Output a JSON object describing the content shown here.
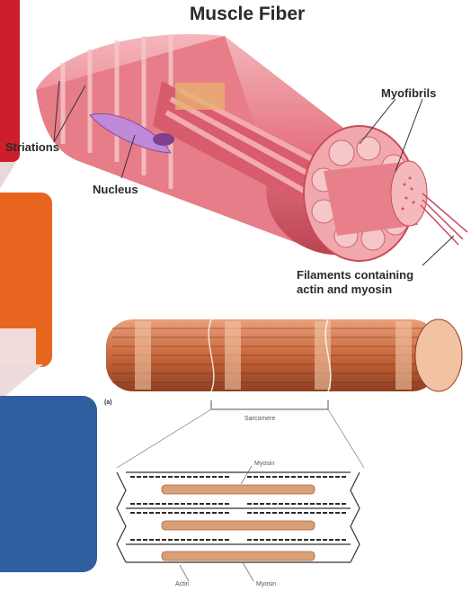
{
  "title": "Muscle Fiber",
  "labels": {
    "myofibrils": "Myofibrils",
    "striations": "Striations",
    "nucleus": "Nucleus",
    "filaments_line1": "Filaments containing",
    "filaments_line2": "actin and myosin",
    "panel_letter": "(a)",
    "sarcomere": "Sarcomere",
    "myosin_top": "Myosin",
    "myosin_bottom": "Myosin",
    "actin": "Actin"
  },
  "colors": {
    "side_red": "#cc1f2b",
    "side_orange": "#e8651f",
    "side_blue": "#2f5f9e",
    "fiber_pink": "#e87b86",
    "fiber_dark": "#b83a48",
    "myofibril_brown": "#c9683c",
    "myosin_tan": "#d9a077"
  }
}
